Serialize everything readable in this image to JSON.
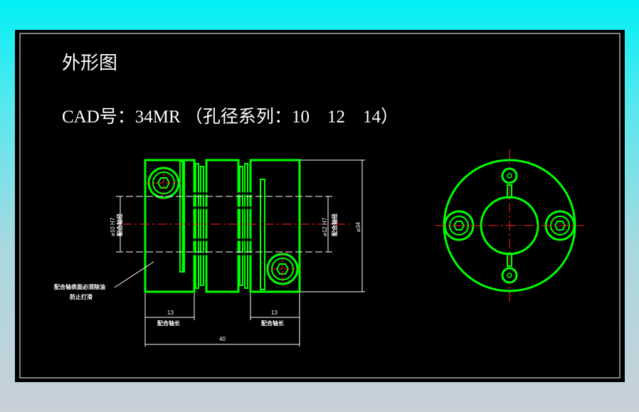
{
  "drawing": {
    "title": "外形图",
    "subtitle": "CAD号：34MR （孔径系列：10　12　14）",
    "dims": {
      "bore_left": "⌀10 H7",
      "bore_left_label": "配合轴径",
      "bore_right": "⌀12 H7",
      "bore_right_label": "配合轴径",
      "outer_dia": "⌀34",
      "len_left": "13",
      "len_left_label": "配合轴长",
      "len_right": "13",
      "len_right_label": "配合轴长",
      "total_len": "40",
      "note_line1": "配合轴表面必须除油",
      "note_line2": "防止打滑"
    }
  },
  "colors": {
    "background_top": "#00f0f5",
    "panel": "#000000",
    "part_outline": "#00ff00",
    "center_line": "#ff2020",
    "dimension": "#ffffff",
    "screw": "#00ff00"
  }
}
